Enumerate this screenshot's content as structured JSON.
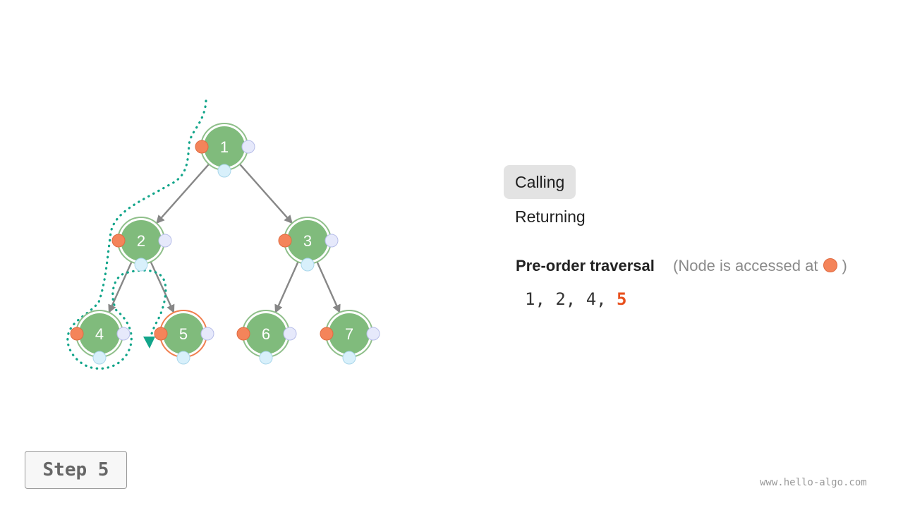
{
  "tree": {
    "nodes": [
      {
        "id": "n1",
        "label": "1",
        "status": "visited"
      },
      {
        "id": "n2",
        "label": "2",
        "status": "visited"
      },
      {
        "id": "n3",
        "label": "3",
        "status": "unvisited"
      },
      {
        "id": "n4",
        "label": "4",
        "status": "visited"
      },
      {
        "id": "n5",
        "label": "5",
        "status": "current"
      },
      {
        "id": "n6",
        "label": "6",
        "status": "unvisited"
      },
      {
        "id": "n7",
        "label": "7",
        "status": "unvisited"
      }
    ],
    "edges": [
      {
        "from": "n1",
        "to": "n2"
      },
      {
        "from": "n1",
        "to": "n3"
      },
      {
        "from": "n2",
        "to": "n4"
      },
      {
        "from": "n2",
        "to": "n5"
      },
      {
        "from": "n3",
        "to": "n6"
      },
      {
        "from": "n3",
        "to": "n7"
      }
    ],
    "colors": {
      "node_fill": "#80bb7c",
      "node_ring": "#8fbf8a",
      "current_ring": "#f07f4f",
      "edge": "#878787",
      "pre_dot": "#f4845a",
      "in_dot": "#d8f0fb",
      "post_dot": "#e6e9fb",
      "path": "#12a58a"
    }
  },
  "legend": {
    "calling": "Calling",
    "returning": "Returning",
    "active_state": "calling"
  },
  "traversal": {
    "title": "Pre-order traversal",
    "note_prefix": "(Node is accessed at",
    "note_suffix": ")",
    "visited_prefix": "1, 2, 4, ",
    "current": "5"
  },
  "step_label": "Step 5",
  "site_url": "www.hello-algo.com"
}
